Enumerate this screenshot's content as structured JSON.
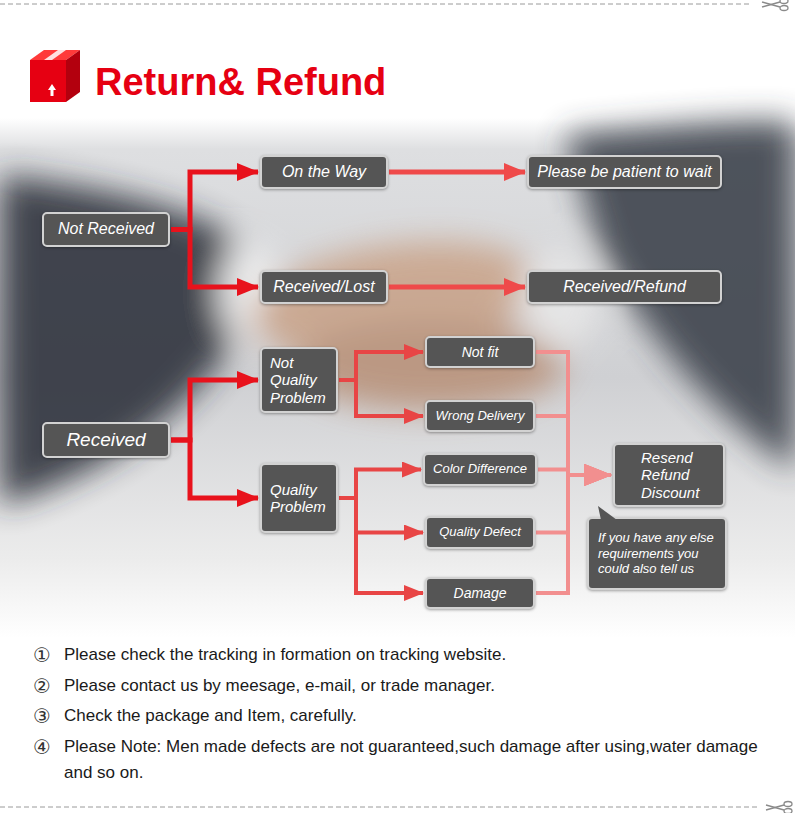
{
  "diagram": {
    "title": "Return& Refund",
    "nodes": [
      {
        "text": [
          "Not Received"
        ]
      },
      {
        "text": [
          "On the Way"
        ]
      },
      {
        "text": [
          "Please be patient to wait"
        ]
      },
      {
        "text": [
          "Received/Lost"
        ]
      },
      {
        "text": [
          "Received/Refund"
        ]
      },
      {
        "text": [
          "Received"
        ]
      },
      {
        "text": [
          "Not Quality Problem"
        ]
      },
      {
        "text": [
          "Not fit"
        ]
      },
      {
        "text": [
          "Wrong Delivery"
        ]
      },
      {
        "text": [
          "Quality Problem"
        ]
      },
      {
        "text": [
          "Color Difference"
        ]
      },
      {
        "text": [
          "Quality Defect"
        ]
      },
      {
        "text": [
          "Damage"
        ]
      },
      {
        "text": [
          "Resend Refund Discount"
        ]
      },
      {
        "text": [
          "If you have any else requirements you could also tell us"
        ]
      }
    ],
    "edges": [
      {
        "from": 0,
        "to": 1,
        "arrow": "to"
      },
      {
        "from": 0,
        "to": 3,
        "arrow": "to"
      },
      {
        "from": 1,
        "to": 2,
        "arrow": "to"
      },
      {
        "from": 3,
        "to": 4,
        "arrow": "to"
      },
      {
        "from": 5,
        "to": 6,
        "arrow": "to"
      },
      {
        "from": 5,
        "to": 9,
        "arrow": "to"
      },
      {
        "from": 6,
        "to": 7,
        "arrow": "to"
      },
      {
        "from": 6,
        "to": 8,
        "arrow": "to"
      },
      {
        "from": 9,
        "to": 10,
        "arrow": "to"
      },
      {
        "from": 9,
        "to": 11,
        "arrow": "to"
      },
      {
        "from": 9,
        "to": 12,
        "arrow": "to"
      },
      {
        "from": 7,
        "to": 13,
        "arrow": "to"
      },
      {
        "from": 8,
        "to": 13,
        "arrow": "to"
      },
      {
        "from": 10,
        "to": 13,
        "arrow": "to"
      },
      {
        "from": 11,
        "to": 13,
        "arrow": "to"
      },
      {
        "from": 12,
        "to": 13,
        "arrow": "to"
      }
    ],
    "labels": [
      "①",
      "Please check the tracking in formation on tracking website.",
      "②",
      "Please contact us by meesage, e-mail, or trade manager.",
      "③",
      "Check the package and Item, carefully.",
      "④",
      "Please Note: Men made defects are not guaranteed,such damage after using,water damage and so on."
    ]
  }
}
